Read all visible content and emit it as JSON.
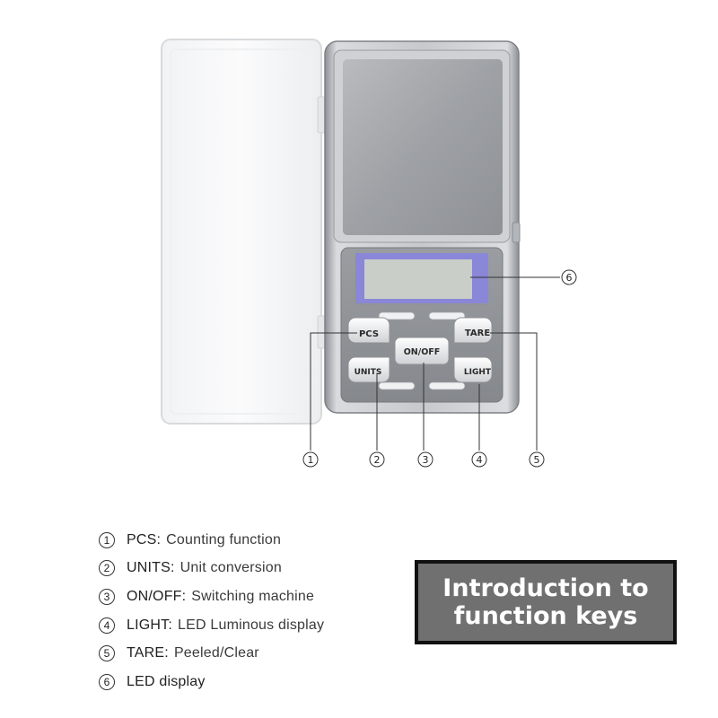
{
  "keys": {
    "pcs": "PCS",
    "units": "UNITS",
    "onoff": "ON/OFF",
    "light": "LIGHT",
    "tare": "TARE"
  },
  "callouts": [
    "①",
    "②",
    "③",
    "④",
    "⑤",
    "⑥"
  ],
  "legend": [
    {
      "num": "1",
      "key": "PCS:",
      "desc": "Counting function"
    },
    {
      "num": "2",
      "key": "UNITS:",
      "desc": "Unit conversion"
    },
    {
      "num": "3",
      "key": "ON/OFF:",
      "desc": "Switching machine"
    },
    {
      "num": "4",
      "key": "LIGHT:",
      "desc": "LED Luminous display"
    },
    {
      "num": "5",
      "key": "TARE:",
      "desc": "Peeled/Clear"
    },
    {
      "num": "6",
      "key": "LED display",
      "desc": ""
    }
  ],
  "intro": {
    "line1": "Introduction to",
    "line2": "function keys"
  },
  "colors": {
    "lcd_frame": "#8a86d8",
    "lcd_screen": "#c9cec8",
    "intro_bg": "#707070",
    "intro_border": "#111111"
  }
}
